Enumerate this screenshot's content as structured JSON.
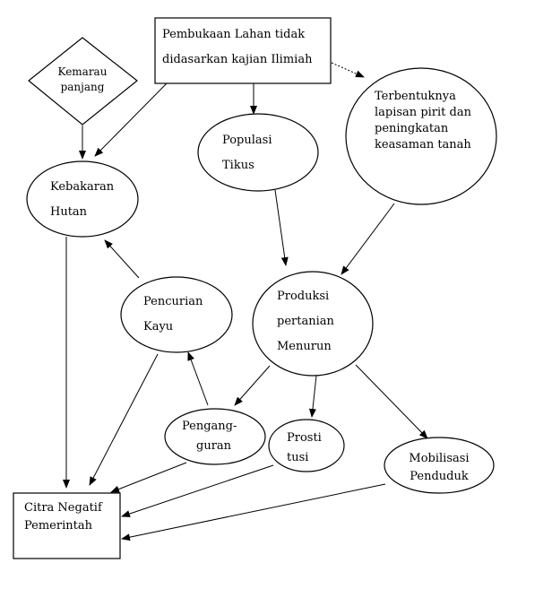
{
  "nodes": {
    "pembukaan": {
      "lines": [
        "Pembukaan  Lahan  tidak",
        "didasarkan kajian Ilimiah"
      ]
    },
    "kemarau": {
      "lines": [
        "Kemarau",
        "panjang"
      ]
    },
    "kebakaran": {
      "lines": [
        "Kebakaran",
        "Hutan"
      ]
    },
    "populasi": {
      "lines": [
        "Populasi",
        "Tikus"
      ]
    },
    "pirit": {
      "lines": [
        "Terbentuknya",
        "lapisan pirit dan",
        "peningkatan",
        "keasaman tanah"
      ]
    },
    "pencurian": {
      "lines": [
        "Pencurian",
        "Kayu"
      ]
    },
    "produksi": {
      "lines": [
        "Produksi",
        "pertanian",
        "Menurun"
      ]
    },
    "pengangguran": {
      "lines": [
        "Pengang-",
        "guran"
      ]
    },
    "prostitusi": {
      "lines": [
        "Prosti",
        "tusi"
      ]
    },
    "mobilisasi": {
      "lines": [
        "Mobilisasi",
        "Penduduk"
      ]
    },
    "citra": {
      "lines": [
        "Citra Negatif",
        "Pemerintah"
      ]
    }
  }
}
